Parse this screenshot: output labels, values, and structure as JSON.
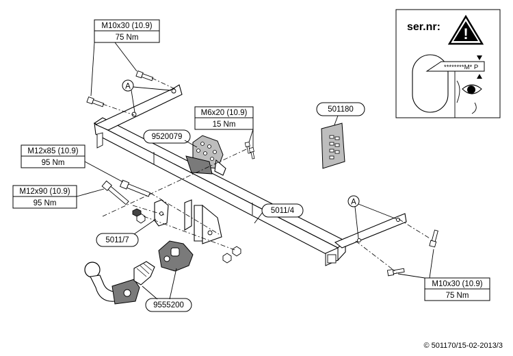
{
  "labels": {
    "bolt_top": {
      "spec": "M10x30 (10.9)",
      "torque": "75 Nm"
    },
    "bolt_m6": {
      "spec": "M6x20 (10.9)",
      "torque": "15 Nm"
    },
    "bolt_m12x85": {
      "spec": "M12x85 (10.9)",
      "torque": "95 Nm"
    },
    "bolt_m12x90": {
      "spec": "M12x90 (10.9)",
      "torque": "95 Nm"
    },
    "bolt_bottom_right": {
      "spec": "M10x30 (10.9)",
      "torque": "75 Nm"
    },
    "marker_a_left": "A",
    "marker_a_right": "A"
  },
  "parts": {
    "bracket_plate": "9520079",
    "crossbar": "5011/4",
    "side_bracket": "5011/7",
    "ball_neck": "9555200",
    "label_plate": "501180"
  },
  "notice": {
    "title": "ser.nr:",
    "serial_plate_text": "********M* P",
    "warning_symbol": "!"
  },
  "footer": {
    "copyright": "© 501170/15-02-2013/3"
  }
}
